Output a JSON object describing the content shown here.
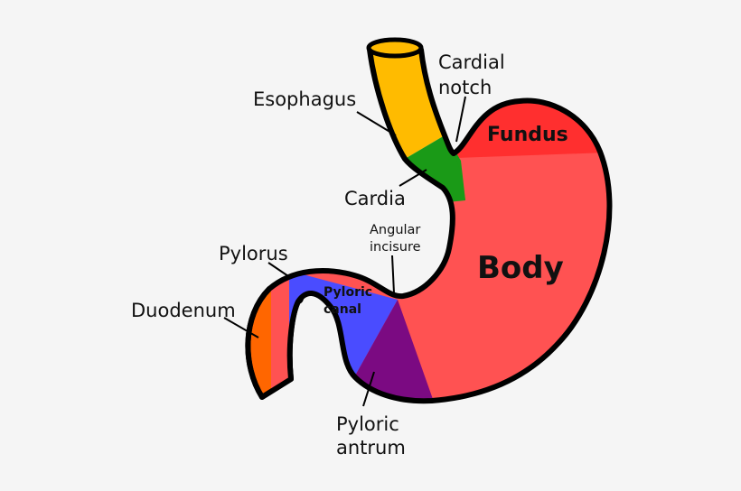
{
  "labels": {
    "cardial_notch_line1": "Cardial",
    "cardial_notch_line2": "notch",
    "esophagus": "Esophagus",
    "fundus": "Fundus",
    "cardia": "Cardia",
    "angular_incisure_line1": "Angular",
    "angular_incisure_line2": "incisure",
    "pylorus": "Pylorus",
    "body": "Body",
    "pyloric_canal_line1": "Pyloric",
    "pyloric_canal_line2": "canal",
    "duodenum": "Duodenum",
    "pyloric_antrum_line1": "Pyloric",
    "pyloric_antrum_line2": "antrum"
  },
  "colors": {
    "background": "#f5f5f5",
    "outline": "#000000",
    "esophagus": "#ffbb00",
    "cardia": "#1a9a17",
    "fundus": "#ff2f2f",
    "body": "#ff5252",
    "pyloric_canal": "#4a4cff",
    "pyloric_antrum": "#7b0a82",
    "duodenum": "#ff6600"
  }
}
